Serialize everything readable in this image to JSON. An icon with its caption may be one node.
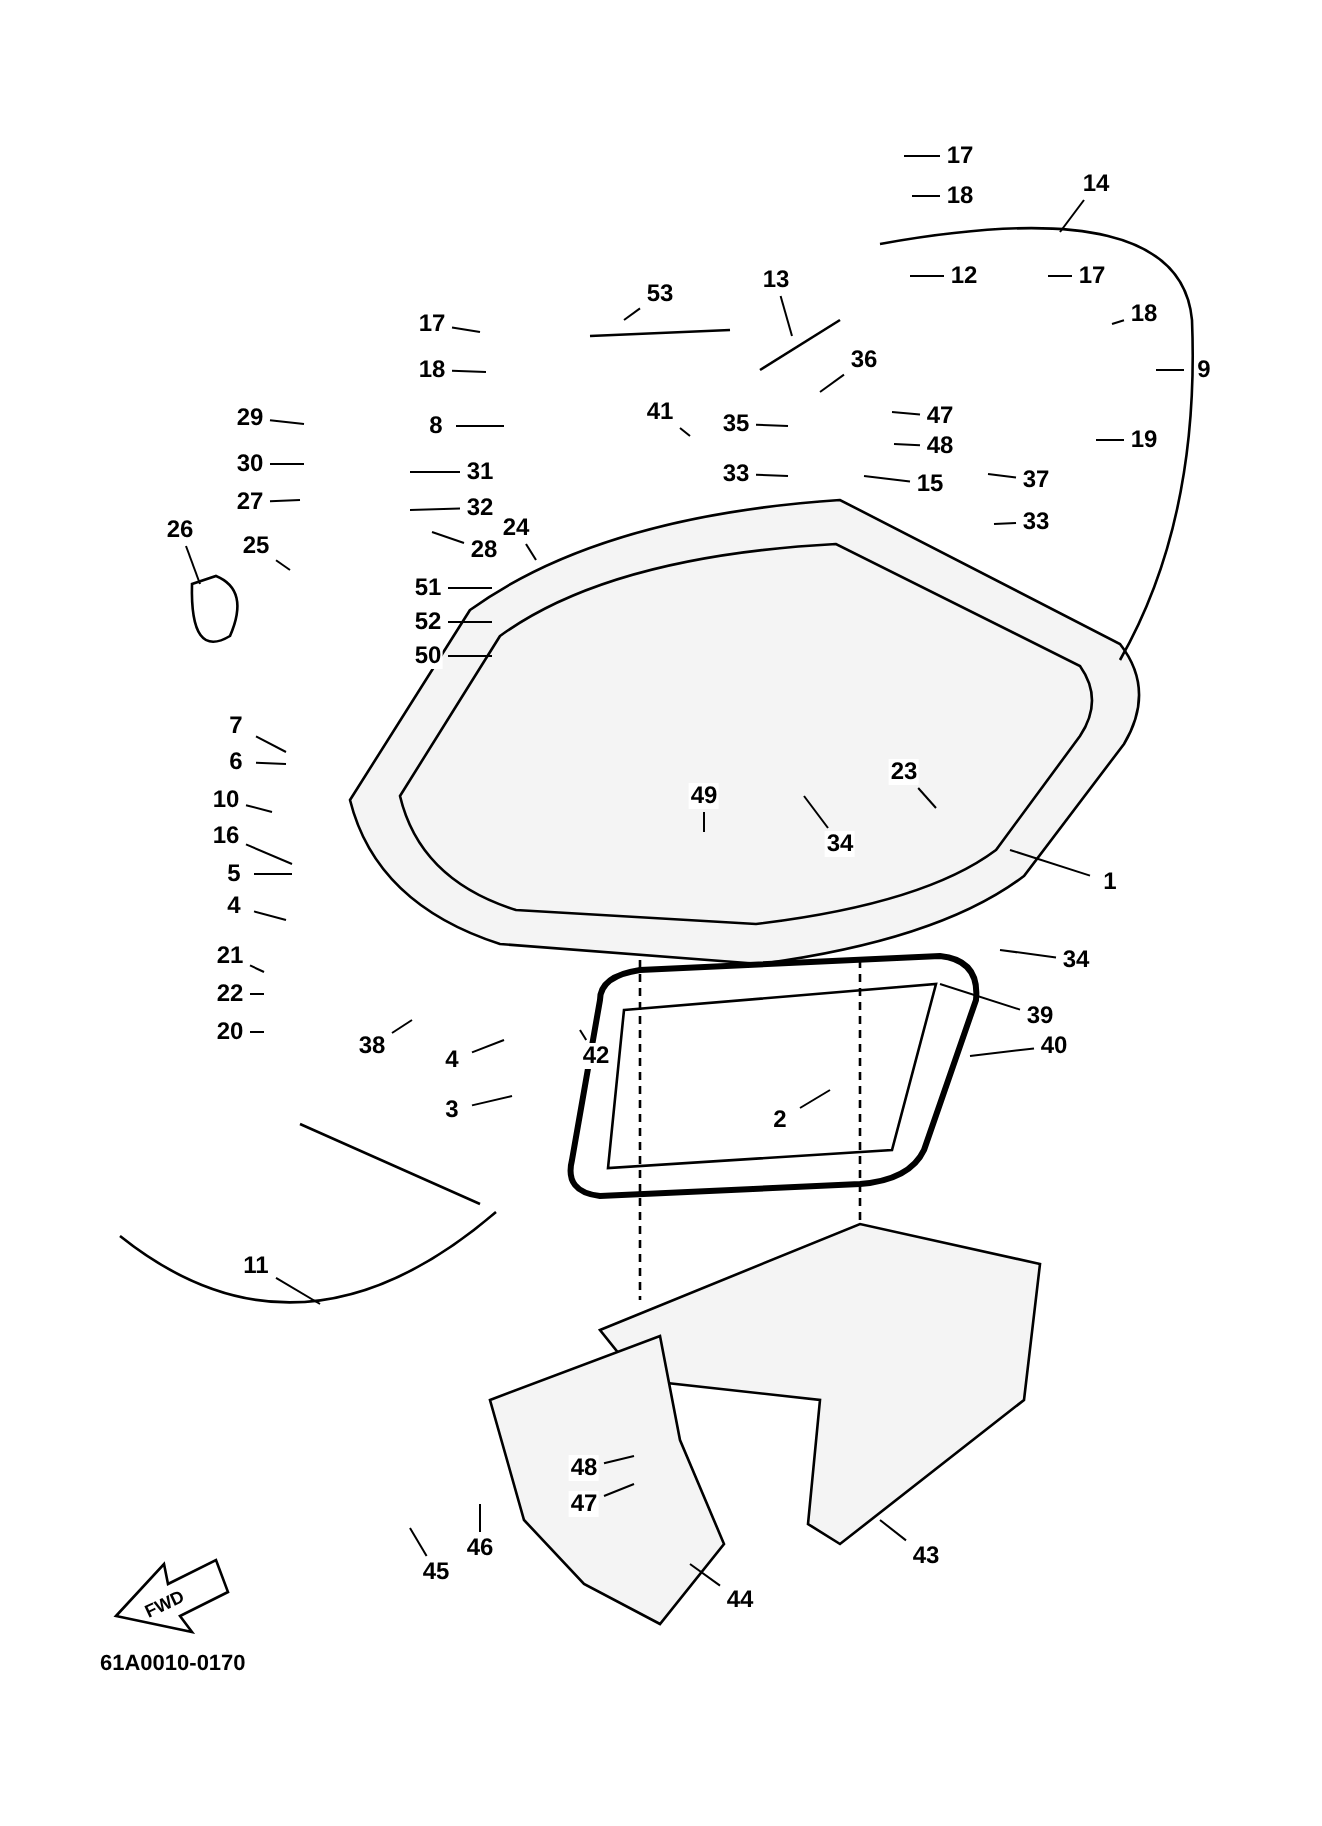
{
  "diagram": {
    "nodes": [
      {
        "text": [
          "17"
        ]
      },
      {
        "text": [
          "18"
        ]
      },
      {
        "text": [
          "14"
        ]
      },
      {
        "text": [
          "13"
        ]
      },
      {
        "text": [
          "12"
        ]
      },
      {
        "text": [
          "17"
        ]
      },
      {
        "text": [
          "53"
        ]
      },
      {
        "text": [
          "18"
        ]
      },
      {
        "text": [
          "17"
        ]
      },
      {
        "text": [
          "18"
        ]
      },
      {
        "text": [
          "36"
        ]
      },
      {
        "text": [
          "9"
        ]
      },
      {
        "text": [
          "47"
        ]
      },
      {
        "text": [
          "41"
        ]
      },
      {
        "text": [
          "8"
        ]
      },
      {
        "text": [
          "29"
        ]
      },
      {
        "text": [
          "35"
        ]
      },
      {
        "text": [
          "48"
        ]
      },
      {
        "text": [
          "19"
        ]
      },
      {
        "text": [
          "30"
        ]
      },
      {
        "text": [
          "31"
        ]
      },
      {
        "text": [
          "33"
        ]
      },
      {
        "text": [
          "15"
        ]
      },
      {
        "text": [
          "37"
        ]
      },
      {
        "text": [
          "27"
        ]
      },
      {
        "text": [
          "32"
        ]
      },
      {
        "text": [
          "24"
        ]
      },
      {
        "text": [
          "33"
        ]
      },
      {
        "text": [
          "26"
        ]
      },
      {
        "text": [
          "25"
        ]
      },
      {
        "text": [
          "28"
        ]
      },
      {
        "text": [
          "51"
        ]
      },
      {
        "text": [
          "52"
        ]
      },
      {
        "text": [
          "50"
        ]
      },
      {
        "text": [
          "7"
        ]
      },
      {
        "text": [
          "6"
        ]
      },
      {
        "text": [
          "23"
        ]
      },
      {
        "text": [
          "10"
        ]
      },
      {
        "text": [
          "49"
        ]
      },
      {
        "text": [
          "34"
        ]
      },
      {
        "text": [
          "16"
        ]
      },
      {
        "text": [
          "5"
        ]
      },
      {
        "text": [
          "1"
        ]
      },
      {
        "text": [
          "4"
        ]
      },
      {
        "text": [
          "21"
        ]
      },
      {
        "text": [
          "34"
        ]
      },
      {
        "text": [
          "22"
        ]
      },
      {
        "text": [
          "20"
        ]
      },
      {
        "text": [
          "39"
        ]
      },
      {
        "text": [
          "38"
        ]
      },
      {
        "text": [
          "4"
        ]
      },
      {
        "text": [
          "42"
        ]
      },
      {
        "text": [
          "40"
        ]
      },
      {
        "text": [
          "3"
        ]
      },
      {
        "text": [
          "2"
        ]
      },
      {
        "text": [
          "11"
        ]
      },
      {
        "text": [
          "48"
        ]
      },
      {
        "text": [
          "47"
        ]
      },
      {
        "text": [
          "46"
        ]
      },
      {
        "text": [
          "43"
        ]
      },
      {
        "text": [
          "45"
        ]
      },
      {
        "text": [
          "44"
        ]
      }
    ],
    "edges": [
      {
        "from": 0,
        "to": null,
        "arrow": "none"
      },
      {
        "from": 1,
        "to": null,
        "arrow": "none"
      },
      {
        "from": 2,
        "to": null,
        "arrow": "none"
      },
      {
        "from": 3,
        "to": null,
        "arrow": "none"
      },
      {
        "from": 4,
        "to": null,
        "arrow": "none"
      },
      {
        "from": 5,
        "to": null,
        "arrow": "none"
      },
      {
        "from": 6,
        "to": null,
        "arrow": "none"
      },
      {
        "from": 7,
        "to": null,
        "arrow": "none"
      },
      {
        "from": 8,
        "to": null,
        "arrow": "none"
      },
      {
        "from": 9,
        "to": null,
        "arrow": "none"
      },
      {
        "from": 10,
        "to": null,
        "arrow": "none"
      },
      {
        "from": 11,
        "to": null,
        "arrow": "none"
      },
      {
        "from": 12,
        "to": null,
        "arrow": "none"
      },
      {
        "from": 13,
        "to": null,
        "arrow": "none"
      },
      {
        "from": 14,
        "to": null,
        "arrow": "none"
      },
      {
        "from": 15,
        "to": null,
        "arrow": "none"
      },
      {
        "from": 16,
        "to": null,
        "arrow": "none"
      },
      {
        "from": 17,
        "to": null,
        "arrow": "none"
      },
      {
        "from": 18,
        "to": null,
        "arrow": "none"
      },
      {
        "from": 19,
        "to": null,
        "arrow": "none"
      },
      {
        "from": 20,
        "to": null,
        "arrow": "none"
      },
      {
        "from": 21,
        "to": null,
        "arrow": "none"
      },
      {
        "from": 22,
        "to": null,
        "arrow": "none"
      },
      {
        "from": 23,
        "to": null,
        "arrow": "none"
      },
      {
        "from": 24,
        "to": null,
        "arrow": "none"
      },
      {
        "from": 25,
        "to": null,
        "arrow": "none"
      },
      {
        "from": 26,
        "to": null,
        "arrow": "none"
      },
      {
        "from": 27,
        "to": null,
        "arrow": "none"
      },
      {
        "from": 28,
        "to": null,
        "arrow": "none"
      },
      {
        "from": 29,
        "to": null,
        "arrow": "none"
      },
      {
        "from": 30,
        "to": null,
        "arrow": "none"
      },
      {
        "from": 31,
        "to": null,
        "arrow": "none"
      },
      {
        "from": 32,
        "to": null,
        "arrow": "none"
      },
      {
        "from": 33,
        "to": null,
        "arrow": "none"
      },
      {
        "from": 34,
        "to": null,
        "arrow": "none"
      },
      {
        "from": 35,
        "to": null,
        "arrow": "none"
      },
      {
        "from": 36,
        "to": null,
        "arrow": "none"
      },
      {
        "from": 37,
        "to": null,
        "arrow": "none"
      },
      {
        "from": 38,
        "to": null,
        "arrow": "none"
      },
      {
        "from": 39,
        "to": null,
        "arrow": "none"
      },
      {
        "from": 40,
        "to": null,
        "arrow": "none"
      },
      {
        "from": 41,
        "to": null,
        "arrow": "none"
      },
      {
        "from": 42,
        "to": null,
        "arrow": "none"
      },
      {
        "from": 43,
        "to": null,
        "arrow": "none"
      },
      {
        "from": 44,
        "to": null,
        "arrow": "none"
      },
      {
        "from": 45,
        "to": null,
        "arrow": "none"
      },
      {
        "from": 46,
        "to": null,
        "arrow": "none"
      },
      {
        "from": 47,
        "to": null,
        "arrow": "none"
      },
      {
        "from": 48,
        "to": null,
        "arrow": "none"
      },
      {
        "from": 49,
        "to": null,
        "arrow": "none"
      },
      {
        "from": 50,
        "to": null,
        "arrow": "none"
      },
      {
        "from": 51,
        "to": null,
        "arrow": "none"
      },
      {
        "from": 52,
        "to": null,
        "arrow": "none"
      },
      {
        "from": 53,
        "to": null,
        "arrow": "none"
      },
      {
        "from": 54,
        "to": null,
        "arrow": "none"
      },
      {
        "from": 55,
        "to": null,
        "arrow": "none"
      },
      {
        "from": 56,
        "to": null,
        "arrow": "none"
      },
      {
        "from": 57,
        "to": null,
        "arrow": "none"
      },
      {
        "from": 58,
        "to": null,
        "arrow": "none"
      },
      {
        "from": 59,
        "to": null,
        "arrow": "none"
      },
      {
        "from": 60,
        "to": null,
        "arrow": "none"
      },
      {
        "from": 61,
        "to": null,
        "arrow": "none"
      }
    ],
    "labels": [
      "FWD",
      "61A0010-0170"
    ]
  }
}
